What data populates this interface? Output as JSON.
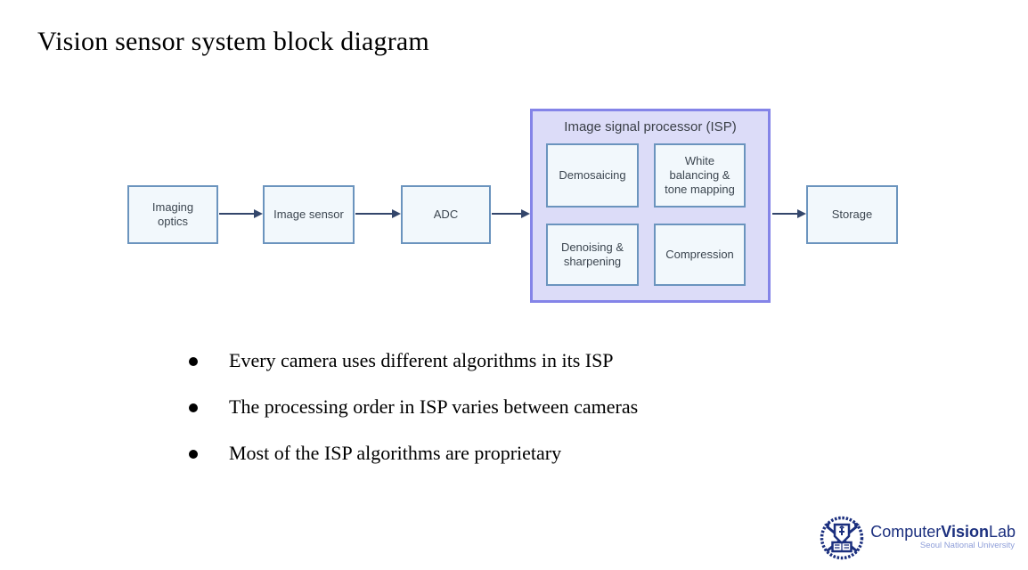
{
  "slide": {
    "title": "Vision sensor system block diagram"
  },
  "diagram": {
    "nodes": {
      "imaging_optics": {
        "label": "Imaging optics"
      },
      "image_sensor": {
        "label": "Image sensor"
      },
      "adc": {
        "label": "ADC"
      },
      "storage": {
        "label": "Storage"
      }
    },
    "isp": {
      "title": "Image signal processor (ISP)",
      "children": {
        "demosaicing": {
          "label": "Demosaicing"
        },
        "white_balancing": {
          "label": "White balancing & tone mapping"
        },
        "denoising": {
          "label": "Denoising & sharpening"
        },
        "compression": {
          "label": "Compression"
        }
      }
    },
    "colors": {
      "node_fill": "#f2f8fc",
      "node_border": "#6b94be",
      "isp_fill": "#dcdcf8",
      "isp_border": "#8484e8",
      "arrow": "#33466b",
      "node_text": "#3c4650"
    }
  },
  "bullets": [
    "Every camera uses different algorithms in its ISP",
    "The processing order in ISP varies between cameras",
    "Most of the ISP algorithms are proprietary"
  ],
  "logo": {
    "emblem": "snu-crest-icon",
    "brand_prefix": "Computer",
    "brand_bold": "Vision",
    "brand_suffix": "Lab",
    "subtitle": "Seoul National University",
    "colors": {
      "brand": "#1b2f7e",
      "subtitle": "#8f9fd9"
    }
  }
}
